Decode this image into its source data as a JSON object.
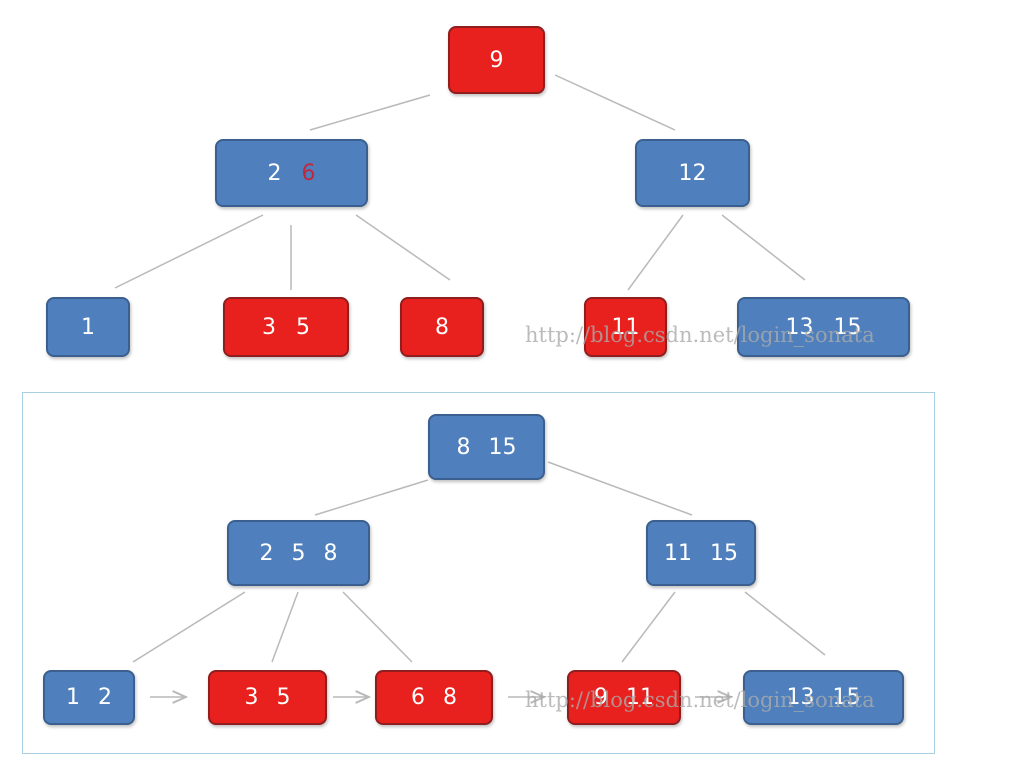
{
  "colors": {
    "blue": "#4f80bd",
    "red": "#e8211e",
    "highlight_key": "#c0283c",
    "line": "#b9b9b9",
    "frame": "#a9cfe3"
  },
  "top_tree": {
    "root": {
      "keys": [
        "9"
      ],
      "color": "red"
    },
    "level1": [
      {
        "keys": [
          "2",
          "6"
        ],
        "color": "blue"
      },
      {
        "keys": [
          "12"
        ],
        "color": "blue"
      }
    ],
    "leaves": [
      {
        "keys": [
          "1"
        ],
        "color": "blue"
      },
      {
        "keys": [
          "3",
          "5"
        ],
        "color": "red"
      },
      {
        "keys": [
          "8"
        ],
        "color": "red"
      },
      {
        "keys": [
          "11"
        ],
        "color": "red"
      },
      {
        "keys": [
          "13",
          "15"
        ],
        "color": "blue"
      }
    ]
  },
  "bottom_tree": {
    "root": {
      "keys": [
        "8",
        "15"
      ],
      "color": "blue"
    },
    "level1": [
      {
        "keys": [
          "2",
          "5",
          "8"
        ],
        "color": "blue"
      },
      {
        "keys": [
          "11",
          "15"
        ],
        "color": "blue"
      }
    ],
    "leaves": [
      {
        "keys": [
          "1",
          "2"
        ],
        "color": "blue"
      },
      {
        "keys": [
          "3",
          "5"
        ],
        "color": "red"
      },
      {
        "keys": [
          "6",
          "8"
        ],
        "color": "red"
      },
      {
        "keys": [
          "9",
          "11"
        ],
        "color": "red"
      },
      {
        "keys": [
          "13",
          "15"
        ],
        "color": "blue"
      }
    ]
  },
  "watermark": "http://blog.csdn.net/login_sonata"
}
